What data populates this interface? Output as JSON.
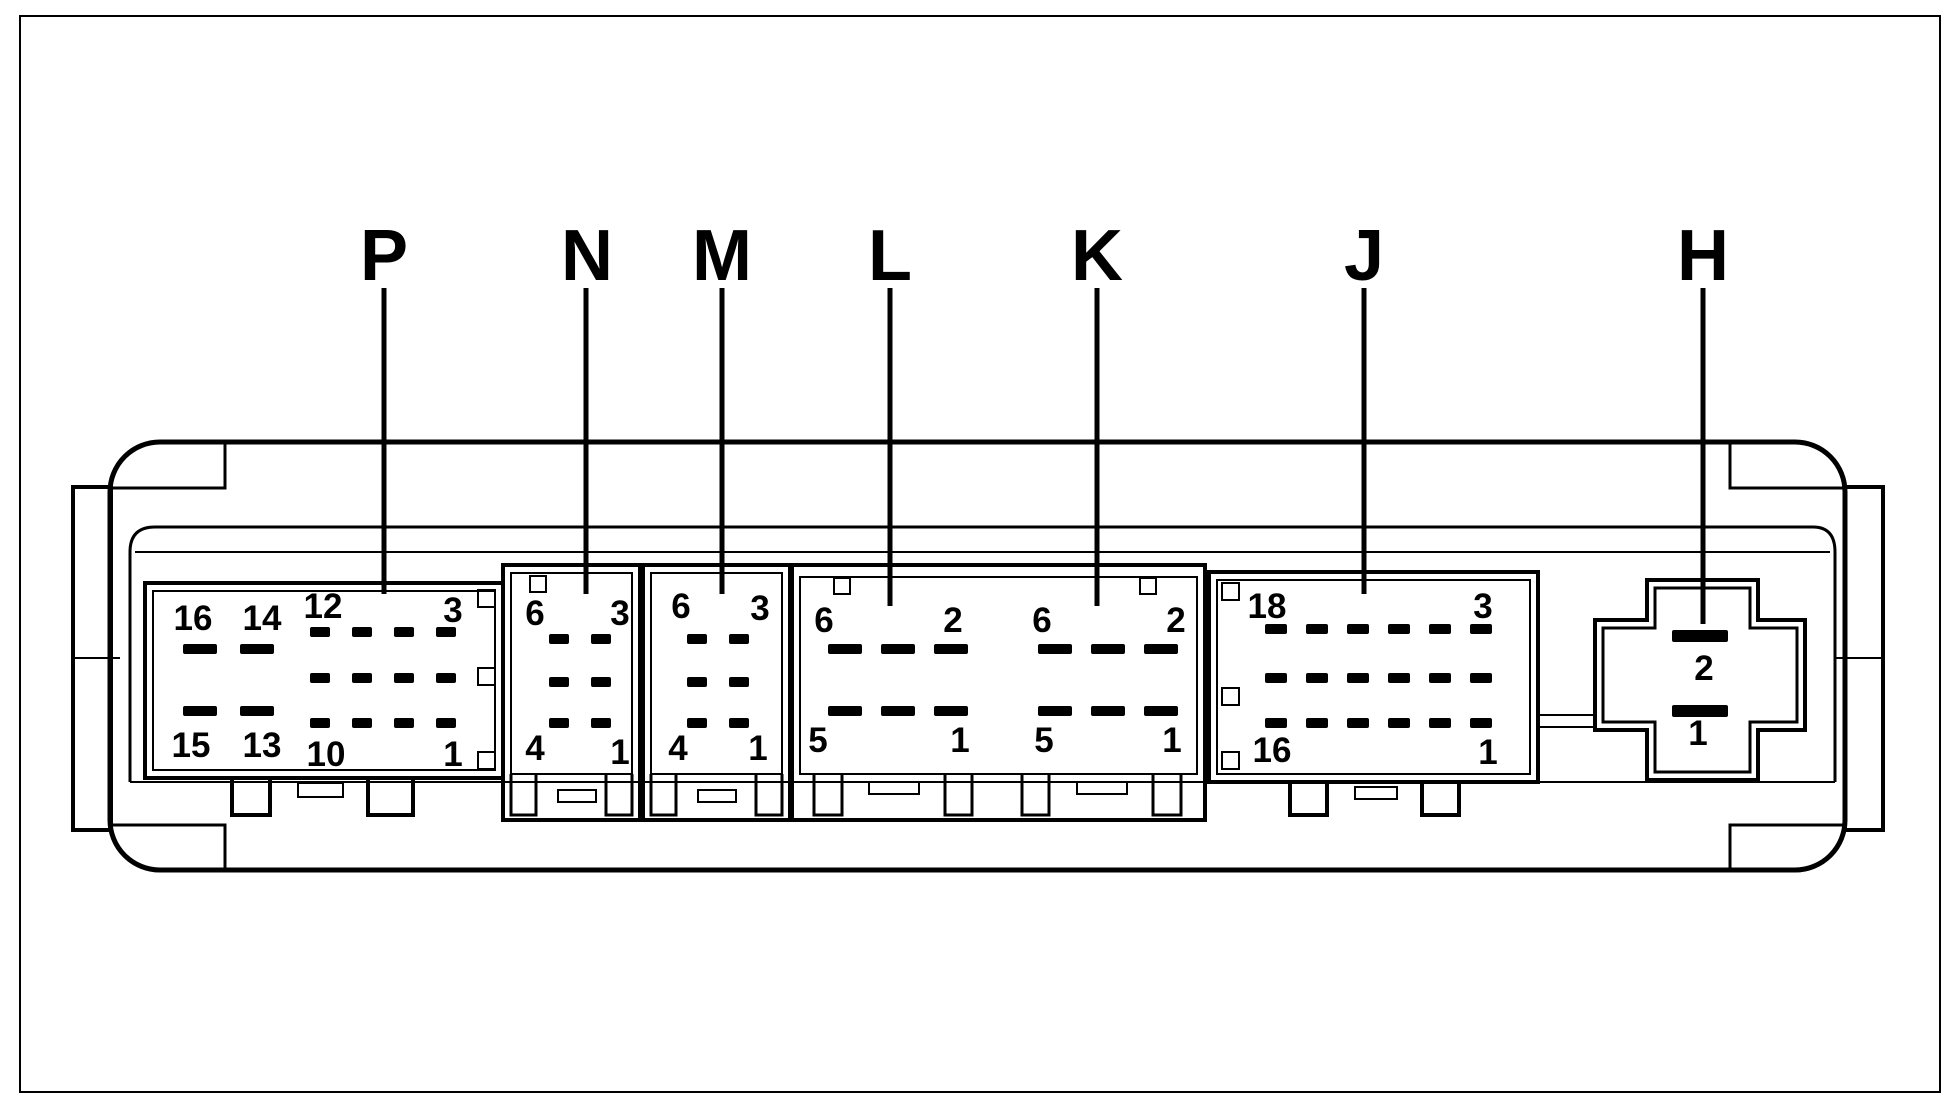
{
  "colors": {
    "line": "#000000",
    "background": "#ffffff"
  },
  "connectors": [
    {
      "id": "P",
      "label": "P",
      "pin_labels": [
        "16",
        "14",
        "12",
        "3",
        "15",
        "13",
        "10",
        "1"
      ]
    },
    {
      "id": "N",
      "label": "N",
      "pin_labels": [
        "6",
        "3",
        "4",
        "1"
      ]
    },
    {
      "id": "M",
      "label": "M",
      "pin_labels": [
        "6",
        "3",
        "4",
        "1"
      ]
    },
    {
      "id": "L",
      "label": "L",
      "pin_labels": [
        "6",
        "2",
        "5",
        "1"
      ]
    },
    {
      "id": "K",
      "label": "K",
      "pin_labels": [
        "6",
        "2",
        "5",
        "1"
      ]
    },
    {
      "id": "J",
      "label": "J",
      "pin_labels": [
        "18",
        "3",
        "16",
        "1"
      ]
    },
    {
      "id": "H",
      "label": "H",
      "pin_labels": [
        "2",
        "1"
      ]
    }
  ]
}
